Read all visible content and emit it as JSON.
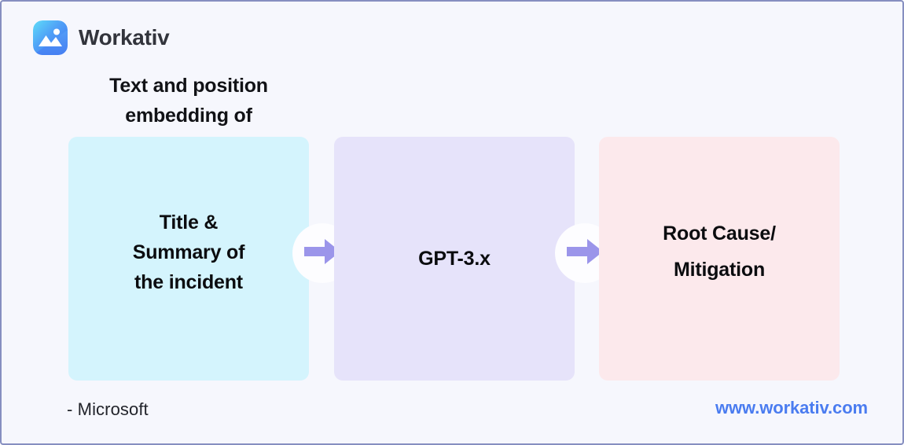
{
  "brand": {
    "name": "Workativ",
    "logo_icon": "workativ-image-logo-icon",
    "logo_colors": {
      "cyan": "#5fdcf8",
      "blue_light": "#4f9ff7",
      "blue_dark": "#3f6ff0",
      "mark": "#ffffff"
    }
  },
  "caption": {
    "line1": "Text and position",
    "line2": "embedding of"
  },
  "flow": {
    "steps": [
      {
        "id": "input",
        "lines": [
          "Title &",
          "Summary of",
          "the incident"
        ],
        "background": "#d4f4fd"
      },
      {
        "id": "model",
        "lines": [
          "GPT-3.x"
        ],
        "background": "#e6e3fa"
      },
      {
        "id": "output",
        "lines": [
          "Root Cause/",
          "Mitigation"
        ],
        "background": "#fce9ec"
      }
    ],
    "connectors": [
      {
        "id": "connector-1",
        "icon": "arrow-right-icon",
        "color": "#9b95ea",
        "circle": "#fdfdff"
      },
      {
        "id": "connector-2",
        "icon": "arrow-right-icon",
        "color": "#9b95ea",
        "circle": "#fdfdff"
      }
    ]
  },
  "footer": {
    "source": "- Microsoft",
    "url": "www.workativ.com",
    "url_color": "#4a7cf0"
  },
  "theme": {
    "page_background": "#f6f7fd",
    "page_border": "#868fc0",
    "text_primary": "#0b0c0f"
  }
}
